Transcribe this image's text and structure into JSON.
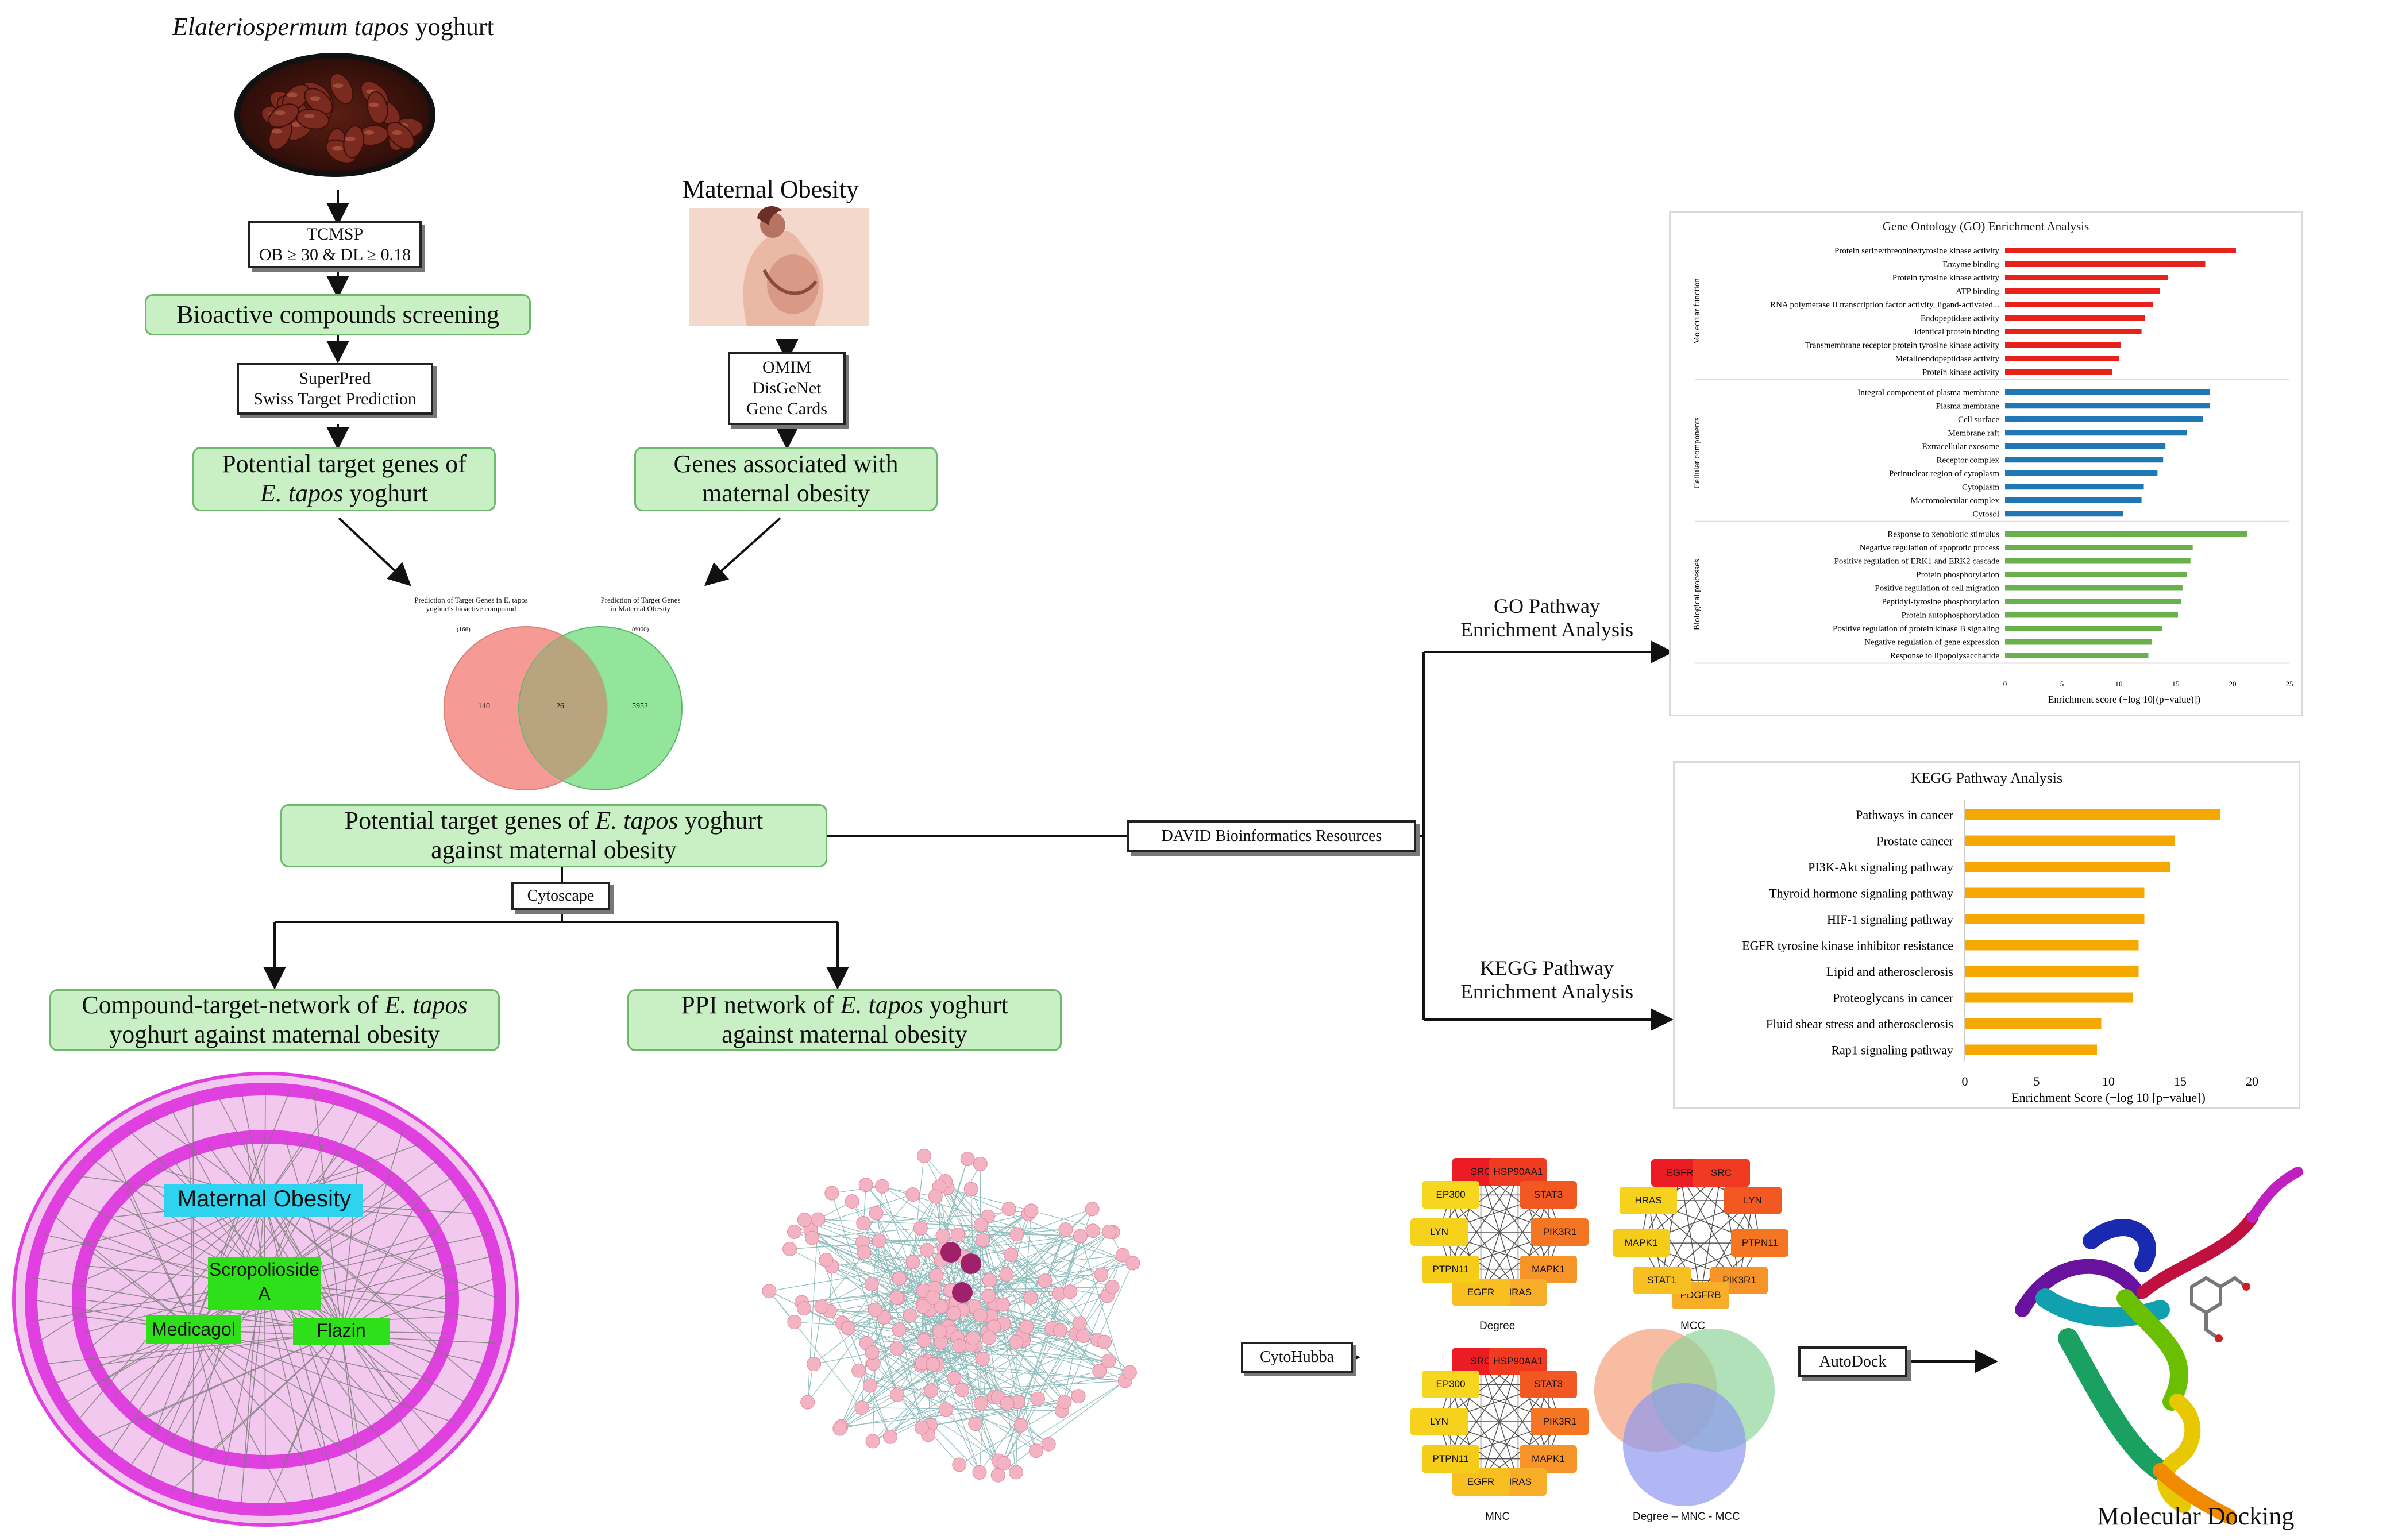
{
  "colors": {
    "green_fill": "#c9efc4",
    "green_border": "#6db86a",
    "red_bar": "#e8211a",
    "blue_bar": "#1f77b4",
    "green_bar": "#6ab04c",
    "orange_bar": "#f5a800",
    "magenta": "#e040e0",
    "pink_node": "#f4b3c3"
  },
  "title": "Elateriospermum tapos yoghurt",
  "title_italic": "Elateriospermum tapos",
  "title_plain": " yoghurt",
  "tcmsp": {
    "line1": "TCMSP",
    "line2": "OB ≥ 30 & DL ≥ 0.18"
  },
  "bioactive_screening": "Bioactive compounds screening",
  "superpred": {
    "line1": "SuperPred",
    "line2": "Swiss Target Prediction"
  },
  "potential_targets": {
    "line1": "Potential target genes of",
    "line2_italic": "E. tapos",
    "line2_plain": " yoghurt"
  },
  "maternal_obesity_title": "Maternal Obesity",
  "omim": {
    "line1": "OMIM",
    "line2": "DisGeNet",
    "line3": "Gene Cards"
  },
  "genes_assoc": {
    "line1": "Genes associated with",
    "line2": "maternal obesity"
  },
  "venn": {
    "left_label": "Prediction of Target Genes in E. tapos yoghurt's bioactive compound",
    "left_count": "(166)",
    "right_label": "Prediction of Target Genes in Maternal Obesity",
    "right_count": "(6000)",
    "left_only": "140",
    "overlap": "26",
    "right_only": "5952"
  },
  "potential_against": {
    "line1_plain": "Potential target genes of ",
    "line1_italic": "E. tapos",
    "line1_end": " yoghurt",
    "line2": "against maternal obesity"
  },
  "cytoscape": "Cytoscape",
  "david": "DAVID Bioinformatics Resources",
  "compound_network": {
    "line1_plain": "Compound-target-network of ",
    "line1_italic": "E. tapos",
    "line2": "yoghurt  against maternal obesity"
  },
  "ppi_network": {
    "line1_plain": "PPI network of ",
    "line1_italic": "E. tapos",
    "line1_end": " yoghurt",
    "line2": "against maternal obesity"
  },
  "network_labels": {
    "maternal": "Maternal Obesity",
    "scropolioside": "Scropolioside",
    "scropolioside_b": "A",
    "medicagol": "Medicagol",
    "flazin": "Flazin"
  },
  "go_label": {
    "line1": "GO Pathway",
    "line2": "Enrichment Analysis"
  },
  "kegg_label": {
    "line1": "KEGG Pathway",
    "line2": "Enrichment  Analysis"
  },
  "cytohubba": "CytoHubba",
  "autodock": "AutoDock",
  "molecular_docking": "Molecular Docking",
  "hub_captions": {
    "degree": "Degree",
    "mcc": "MCC",
    "mnc": "MNC",
    "venn": "Degree – MNC - MCC"
  },
  "hub_degree": [
    "SRC",
    "HSP90AA1",
    "STAT3",
    "PIK3R1",
    "MAPK1",
    "HRAS",
    "EGFR",
    "PTPN11",
    "LYN",
    "EP300"
  ],
  "hub_mcc": [
    "EGFR",
    "SRC",
    "LYN",
    "PTPN11",
    "PIK3R1",
    "PDGFRB",
    "STAT1",
    "MAPK1",
    "HRAS"
  ],
  "hub_mnc": [
    "SRC",
    "HSP90AA1",
    "STAT3",
    "PIK3R1",
    "MAPK1",
    "HRAS",
    "EGFR",
    "PTPN11",
    "LYN",
    "EP300"
  ],
  "chart_data": [
    {
      "type": "bar",
      "title": "Gene Ontology (GO) Enrichment Analysis",
      "xlabel": "Enrichment score (−log 10[(p−value)])",
      "xlim": [
        0,
        25
      ],
      "xticks": [
        "0",
        "5",
        "10",
        "15",
        "20",
        "25"
      ],
      "groups": [
        {
          "name": "Molecular function",
          "color": "#e8211a",
          "categories": [
            "Protein serine/threonine/tyrosine kinase activity",
            "Enzyme binding",
            "Protein tyrosine kinase activity",
            "ATP binding",
            "RNA polymerase II transcription factor activity, ligand-activated...",
            "Endopeptidase activity",
            "Identical protein binding",
            "Transmembrane receptor protein tyrosine kinase activity",
            "Metalloendopeptidase activity",
            "Protein kinase activity"
          ],
          "values": [
            20.3,
            17.6,
            14.3,
            13.6,
            13.0,
            12.3,
            12.0,
            10.2,
            10.0,
            9.4
          ]
        },
        {
          "name": "Cellular components",
          "color": "#1f77b4",
          "categories": [
            "Integral component of plasma membrane",
            "Plasma membrane",
            "Cell surface",
            "Membrane raft",
            "Extracellular exosome",
            "Receptor complex",
            "Perinuclear region of cytoplasm",
            "Cytoplasm",
            "Macromolecular complex",
            "Cytosol"
          ],
          "values": [
            18.0,
            18.0,
            17.4,
            16.0,
            14.1,
            13.9,
            13.4,
            12.2,
            12.0,
            10.4
          ]
        },
        {
          "name": "Biological processes",
          "color": "#6ab04c",
          "categories": [
            "Response to xenobiotic stimulus",
            "Negative regulation of apoptotic process",
            "Positive regulation of ERK1 and ERK2 cascade",
            "Protein phosphorylation",
            "Positive regulation of cell migration",
            "Peptidyl-tyrosine phosphorylation",
            "Protein autophosphorylation",
            "Positive regulation of protein kinase B signaling",
            "Negative regulation of gene expression",
            "Response to lipopolysaccharide"
          ],
          "values": [
            21.3,
            16.5,
            16.3,
            16.0,
            15.6,
            15.5,
            15.2,
            13.8,
            12.9,
            12.6
          ]
        }
      ]
    },
    {
      "type": "bar",
      "title": "KEGG Pathway Analysis",
      "xlabel": "Enrichment Score (−log 10 [p−value])",
      "xlim": [
        0,
        20
      ],
      "xticks": [
        "0",
        "5",
        "10",
        "15",
        "20"
      ],
      "color": "#f5a800",
      "categories": [
        "Pathways in cancer",
        "Prostate cancer",
        "PI3K-Akt signaling pathway",
        "Thyroid hormone signaling pathway",
        "HIF-1 signaling pathway",
        "EGFR tyrosine kinase inhibitor resistance",
        "Lipid and atherosclerosis",
        "Proteoglycans in cancer",
        "Fluid shear stress and atherosclerosis",
        "Rap1 signaling pathway"
      ],
      "values": [
        17.8,
        14.6,
        14.3,
        12.5,
        12.5,
        12.1,
        12.1,
        11.7,
        9.5,
        9.2
      ]
    }
  ]
}
